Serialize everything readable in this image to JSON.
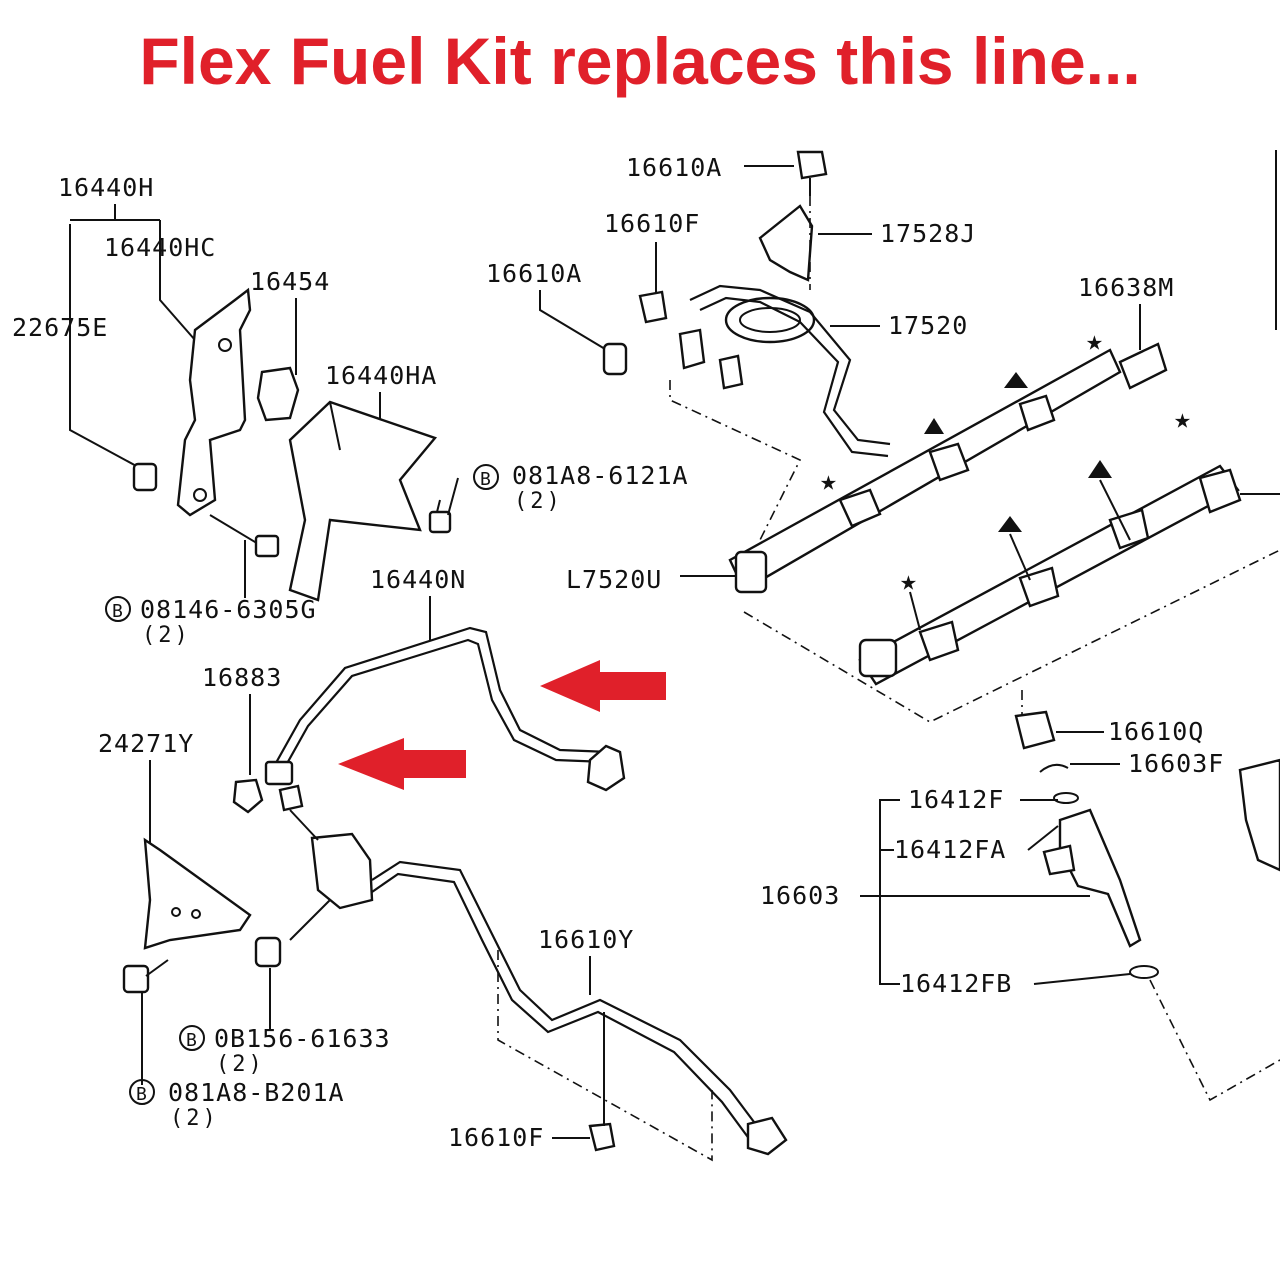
{
  "headline": "Flex Fuel Kit replaces this line...",
  "colors": {
    "headline": "#e0202a",
    "arrow": "#e0202a",
    "linework": "#111111",
    "background": "#ffffff"
  },
  "callouts": {
    "p16440H": "16440H",
    "p16440HC": "16440HC",
    "p22675E": "22675E",
    "p16454": "16454",
    "p16440HA": "16440HA",
    "p081A8_6121A": "081A8-6121A",
    "p081A8_6121A_qty": "(2)",
    "p08146_6305G": "08146-6305G",
    "p08146_6305G_qty": "(2)",
    "p16440N": "16440N",
    "p16883": "16883",
    "p24271Y": "24271Y",
    "p08156_61633": "0B156-61633",
    "p08156_61633_qty": "(2)",
    "p081A8_8201A": "081A8-B201A",
    "p081A8_8201A_qty": "(2)",
    "p16610Y": "16610Y",
    "p16610F_low": "16610F",
    "p16610A_top": "16610A",
    "p16610F_top": "16610F",
    "p17528J": "17528J",
    "p16610A_mid": "16610A",
    "p17520": "17520",
    "p16638M": "16638M",
    "p17520U": "L7520U",
    "p16610Q": "16610Q",
    "p16603F": "16603F",
    "p16412F": "16412F",
    "p16412FA": "16412FA",
    "p16603": "16603",
    "p16412FB": "16412FB"
  },
  "bolt_marker": "B",
  "arrows": [
    {
      "name": "upper-arrow",
      "direction": "left"
    },
    {
      "name": "lower-arrow",
      "direction": "left"
    }
  ]
}
